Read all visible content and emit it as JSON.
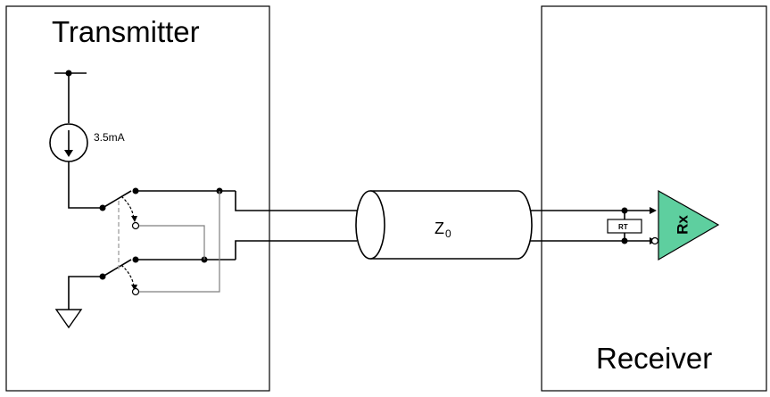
{
  "transmitter": {
    "title": "Transmitter"
  },
  "receiver": {
    "title": "Receiver"
  },
  "current_source": {
    "label": "3.5mA",
    "icon": "current-source-icon"
  },
  "ground": {
    "icon": "ground-icon"
  },
  "transmission_line": {
    "label": "Z",
    "subscript": "0"
  },
  "termination_resistor": {
    "label": "RT"
  },
  "receiver_amplifier": {
    "label": "Rx",
    "color": "#5ecf9f"
  }
}
